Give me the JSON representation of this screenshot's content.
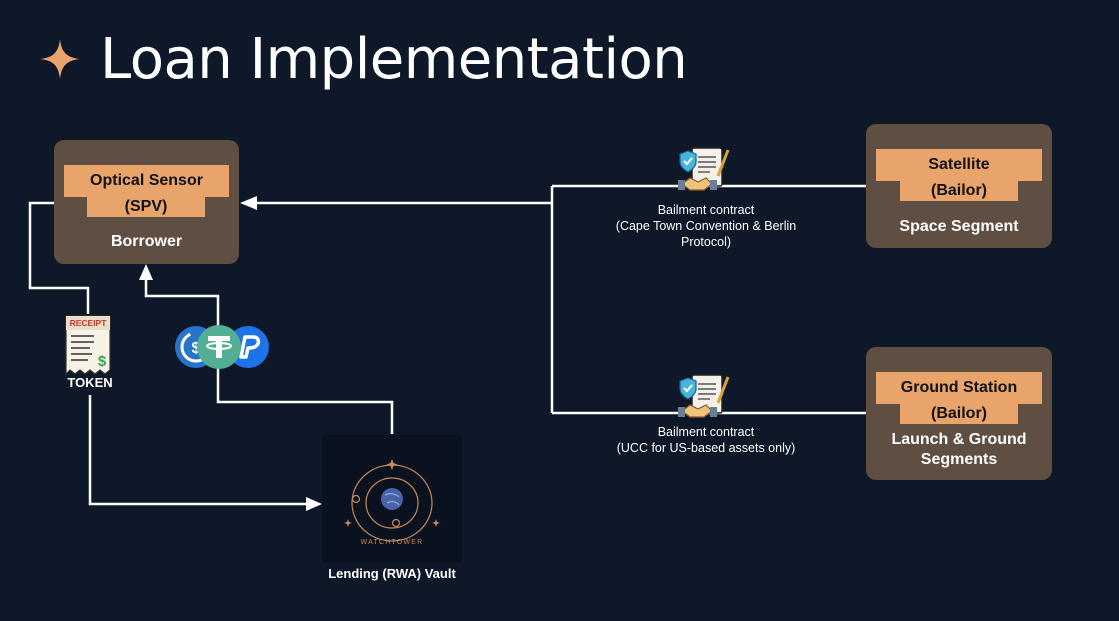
{
  "title": "Loan Implementation",
  "colors": {
    "background": "#0e1828",
    "card": "#5f4e42",
    "tag": "#e8a46a",
    "accent_star": "#e8a46a",
    "line": "#ffffff"
  },
  "borrower": {
    "tag_line1": "Optical Sensor",
    "tag_line2": "(SPV)",
    "role": "Borrower"
  },
  "satellite": {
    "tag_line1": "Satellite",
    "tag_line2": "(Bailor)",
    "segment": "Space Segment"
  },
  "ground": {
    "tag_line1": "Ground Station",
    "tag_line2": "(Bailor)",
    "segment_line1": "Launch & Ground",
    "segment_line2": "Segments"
  },
  "contract_top": {
    "line1": "Bailment contract",
    "line2": "(Cape Town Convention & Berlin",
    "line3": "Protocol)",
    "icon": "contract-handshake-icon"
  },
  "contract_bottom": {
    "line1": "Bailment contract",
    "line2": "(UCC for US-based assets only)",
    "icon": "contract-handshake-icon"
  },
  "receipt": {
    "header": "RECEIPT",
    "symbol": "$",
    "label": "TOKEN",
    "icon": "receipt-icon"
  },
  "stablecoins": {
    "icons": [
      "usdc-coin-icon",
      "tether-coin-icon",
      "paypal-coin-icon"
    ]
  },
  "vault": {
    "logo_text": "WATCHTOWER",
    "label": "Lending (RWA) Vault",
    "icon": "watchtower-logo-icon"
  }
}
